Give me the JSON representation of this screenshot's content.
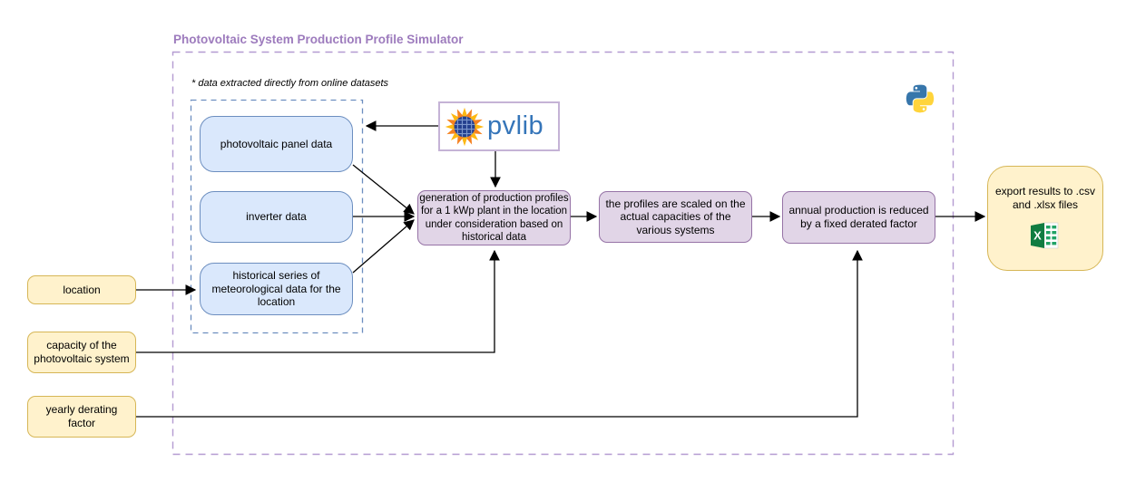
{
  "diagram": {
    "title": "Photovoltaic System Production Profile Simulator",
    "note": "* data extracted directly from online datasets",
    "sources": {
      "panel": "photovoltaic panel data",
      "inverter": "inverter data",
      "meteo": "historical series of meteorological data for the location"
    },
    "process": {
      "generation": "generation of production profiles for a 1 kWp plant in the location under consideration based on historical data",
      "scaling": "the profiles are scaled on the actual capacities of the various systems",
      "derating": "annual production is reduced by a fixed derated factor"
    },
    "inputs": {
      "location": "location",
      "capacity": "capacity of the photovoltaic system",
      "derating_factor": "yearly derating factor"
    },
    "output": "export results to .csv and .xlsx files",
    "logos": {
      "pvlib": "pvlib",
      "python_icon": "python-logo-icon",
      "pvlib_icon": "sun-solar-panel-icon",
      "excel_icon": "excel-icon"
    },
    "colors": {
      "title": "#9d7bbd",
      "outer_dashed_border": "#b49bd1",
      "inner_dashed_border": "#6c8ebf",
      "blue_fill": "#dae8fc",
      "blue_border": "#6c8ebf",
      "purple_fill": "#e1d5e7",
      "purple_border": "#9673a6",
      "yellow_fill": "#fff2cc",
      "yellow_border": "#d6b656",
      "pvlib_text": "#3575b9",
      "excel_green": "#107c41",
      "python_blue": "#3776ab",
      "python_yellow": "#ffd43b",
      "arrow": "#000000"
    }
  }
}
